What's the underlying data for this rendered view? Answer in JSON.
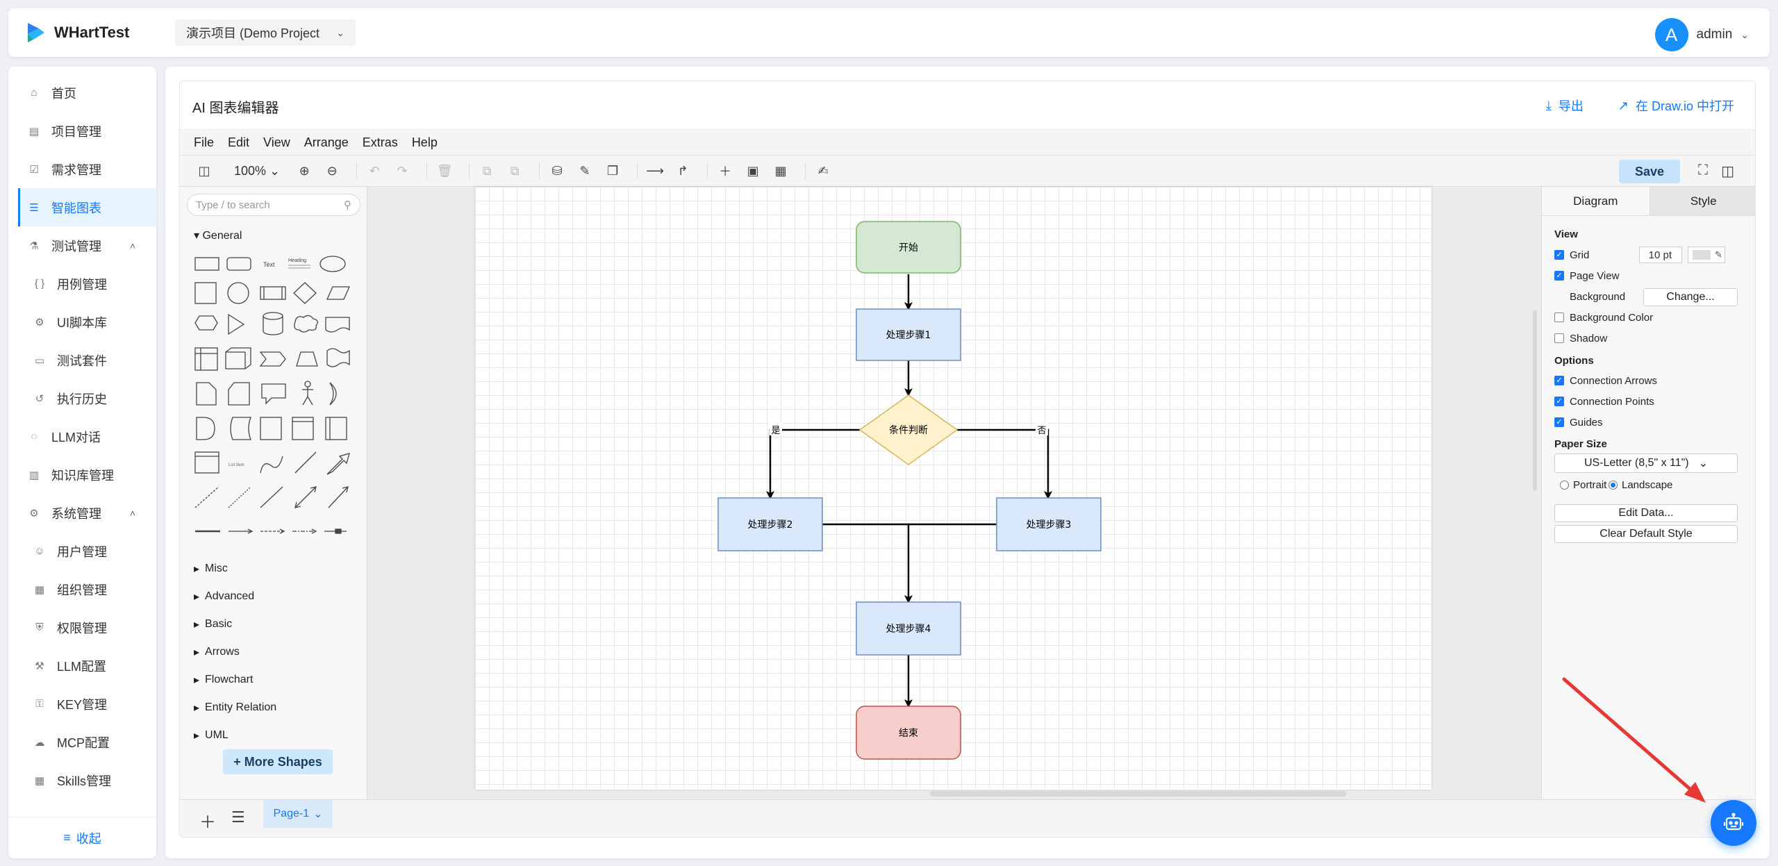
{
  "app": {
    "name": "WHartTest"
  },
  "project": {
    "label": "演示项目 (Demo Project"
  },
  "user": {
    "avatar_letter": "A",
    "name": "admin"
  },
  "sidebar": {
    "items": [
      {
        "label": "首页",
        "icon": "home-icon"
      },
      {
        "label": "项目管理",
        "icon": "project-icon"
      },
      {
        "label": "需求管理",
        "icon": "requirement-icon"
      },
      {
        "label": "智能图表",
        "icon": "chart-icon",
        "active": true
      },
      {
        "label": "测试管理",
        "icon": "test-icon",
        "expanded": true
      },
      {
        "label": "用例管理",
        "icon": "code-brackets-icon",
        "sub": true
      },
      {
        "label": "UI脚本库",
        "icon": "robot-icon",
        "sub": true
      },
      {
        "label": "测试套件",
        "icon": "folder-icon",
        "sub": true
      },
      {
        "label": "执行历史",
        "icon": "history-icon",
        "sub": true
      },
      {
        "label": "LLM对话",
        "icon": "chat-icon"
      },
      {
        "label": "知识库管理",
        "icon": "book-icon"
      },
      {
        "label": "系统管理",
        "icon": "gear-icon",
        "expanded": true
      },
      {
        "label": "用户管理",
        "icon": "user-icon",
        "sub": true
      },
      {
        "label": "组织管理",
        "icon": "org-icon",
        "sub": true
      },
      {
        "label": "权限管理",
        "icon": "shield-icon",
        "sub": true
      },
      {
        "label": "LLM配置",
        "icon": "config-icon",
        "sub": true
      },
      {
        "label": "KEY管理",
        "icon": "key-icon",
        "sub": true
      },
      {
        "label": "MCP配置",
        "icon": "cloud-icon",
        "sub": true
      },
      {
        "label": "Skills管理",
        "icon": "apps-icon",
        "sub": true
      }
    ],
    "collapse_label": "收起"
  },
  "editor": {
    "title": "AI 图表编辑器",
    "export_label": "导出",
    "open_drawio_label": "在 Draw.io 中打开"
  },
  "drawio": {
    "menus": [
      "File",
      "Edit",
      "View",
      "Arrange",
      "Extras",
      "Help"
    ],
    "zoom": "100%",
    "save_label": "Save",
    "search_placeholder": "Type / to search",
    "general_label": "General",
    "categories": [
      "Misc",
      "Advanced",
      "Basic",
      "Arrows",
      "Flowchart",
      "Entity Relation",
      "UML"
    ],
    "more_shapes_label": "+ More Shapes",
    "page_tab": "Page-1",
    "format": {
      "tab_diagram": "Diagram",
      "tab_style": "Style",
      "view_heading": "View",
      "grid_label": "Grid",
      "grid_size": "10 pt",
      "page_view_label": "Page View",
      "background_label": "Background",
      "change_label": "Change...",
      "bg_color_label": "Background Color",
      "shadow_label": "Shadow",
      "options_heading": "Options",
      "conn_arrows_label": "Connection Arrows",
      "conn_points_label": "Connection Points",
      "guides_label": "Guides",
      "paper_size_heading": "Paper Size",
      "paper_size_value": "US-Letter (8,5\" x 11\")",
      "portrait_label": "Portrait",
      "landscape_label": "Landscape",
      "edit_data_label": "Edit Data...",
      "clear_style_label": "Clear Default Style"
    }
  },
  "diagram": {
    "start": "开始",
    "step1": "处理步骤1",
    "decision": "条件判断",
    "yes": "是",
    "no": "否",
    "step2": "处理步骤2",
    "step3": "处理步骤3",
    "step4": "处理步骤4",
    "end": "结束"
  },
  "colors": {
    "accent": "#1677ff",
    "start_fill": "#d5e8d4",
    "process_fill": "#dae8fc",
    "decision_fill": "#fff2cc",
    "end_fill": "#f8cecc",
    "annotation_arrow": "#e53935"
  }
}
